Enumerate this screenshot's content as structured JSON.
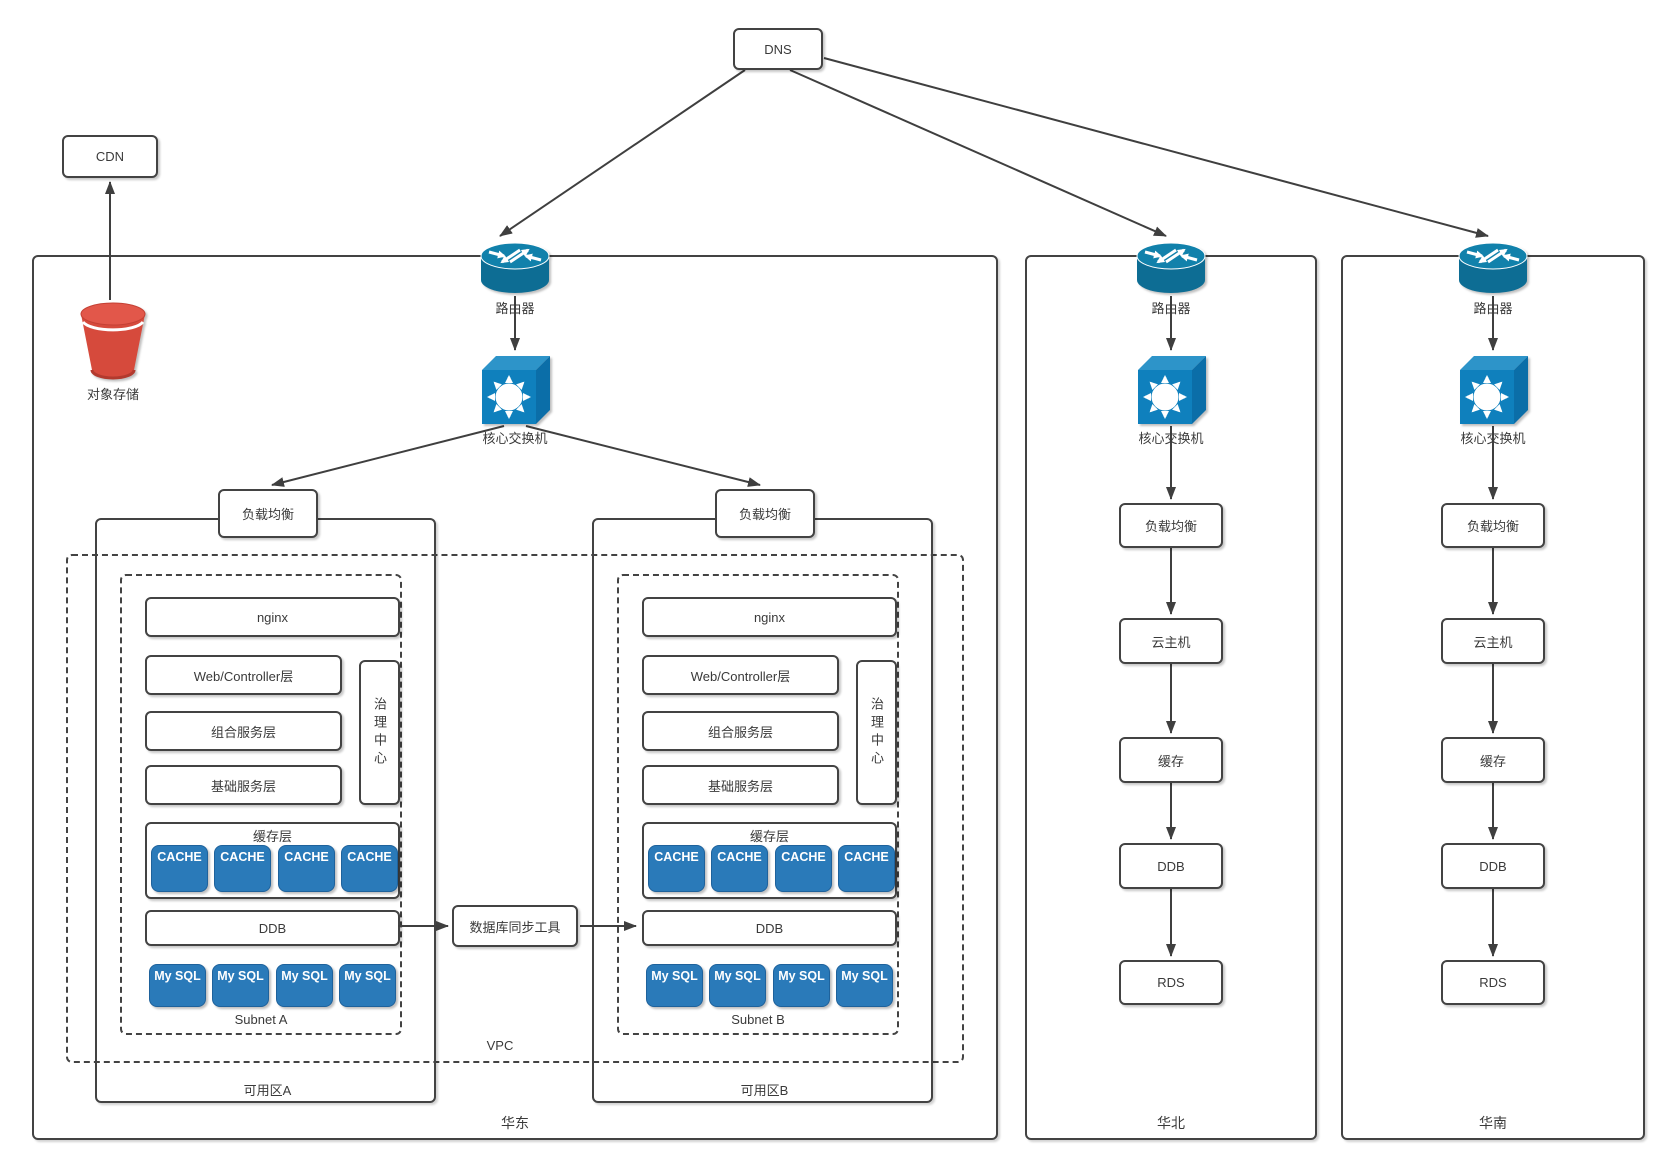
{
  "colors": {
    "line": "#3f3f3f",
    "box_border": "#434343",
    "node_blue": "#2a7ab9",
    "router_blue": "#0d6d94",
    "switch_blue": "#0f80bd",
    "bucket_red": "#d64a3c"
  },
  "dns": {
    "label": "DNS"
  },
  "cdn": {
    "label": "CDN"
  },
  "storage": {
    "label": "对象存储"
  },
  "east": {
    "region_label": "华东",
    "router_label": "路由器",
    "switch_label": "核心交换机",
    "vpc_label": "VPC",
    "sync_tool_label": "数据库同步工具",
    "zone_a": {
      "zone_label": "可用区A",
      "lb_label": "负载均衡",
      "subnet_label": "Subnet A",
      "nginx_label": "nginx",
      "web_label": "Web/Controller层",
      "composite_label": "组合服务层",
      "base_label": "基础服务层",
      "governance_label": "治理中心",
      "cache_layer_label": "缓存层",
      "cache_nodes": [
        "CACHE",
        "CACHE",
        "CACHE",
        "CACHE"
      ],
      "ddb_label": "DDB",
      "db_nodes": [
        "My SQL",
        "My SQL",
        "My SQL",
        "My SQL"
      ]
    },
    "zone_b": {
      "zone_label": "可用区B",
      "lb_label": "负载均衡",
      "subnet_label": "Subnet B",
      "nginx_label": "nginx",
      "web_label": "Web/Controller层",
      "composite_label": "组合服务层",
      "base_label": "基础服务层",
      "governance_label": "治理中心",
      "cache_layer_label": "缓存层",
      "cache_nodes": [
        "CACHE",
        "CACHE",
        "CACHE",
        "CACHE"
      ],
      "ddb_label": "DDB",
      "db_nodes": [
        "My SQL",
        "My SQL",
        "My SQL",
        "My SQL"
      ]
    }
  },
  "north": {
    "region_label": "华北",
    "router_label": "路由器",
    "switch_label": "核心交换机",
    "chain": [
      "负载均衡",
      "云主机",
      "缓存",
      "DDB",
      "RDS"
    ]
  },
  "south": {
    "region_label": "华南",
    "router_label": "路由器",
    "switch_label": "核心交换机",
    "chain": [
      "负载均衡",
      "云主机",
      "缓存",
      "DDB",
      "RDS"
    ]
  }
}
